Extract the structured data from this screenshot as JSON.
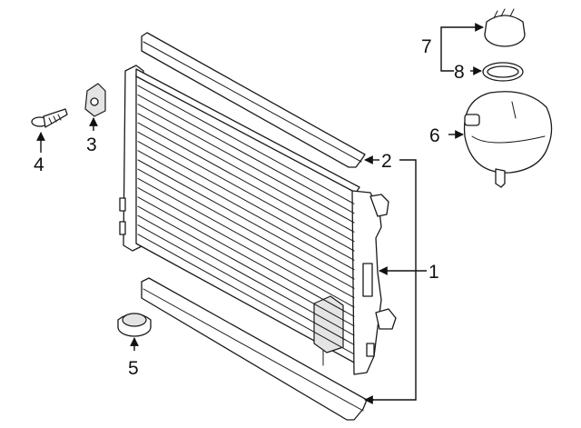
{
  "diagram": {
    "callouts": {
      "c1": "1",
      "c2": "2",
      "c3": "3",
      "c4": "4",
      "c5": "5",
      "c6": "6",
      "c7": "7",
      "c8": "8"
    }
  },
  "colors": {
    "line": "#1a1a1a",
    "background": "#ffffff",
    "shade": "#e4e4e4"
  }
}
